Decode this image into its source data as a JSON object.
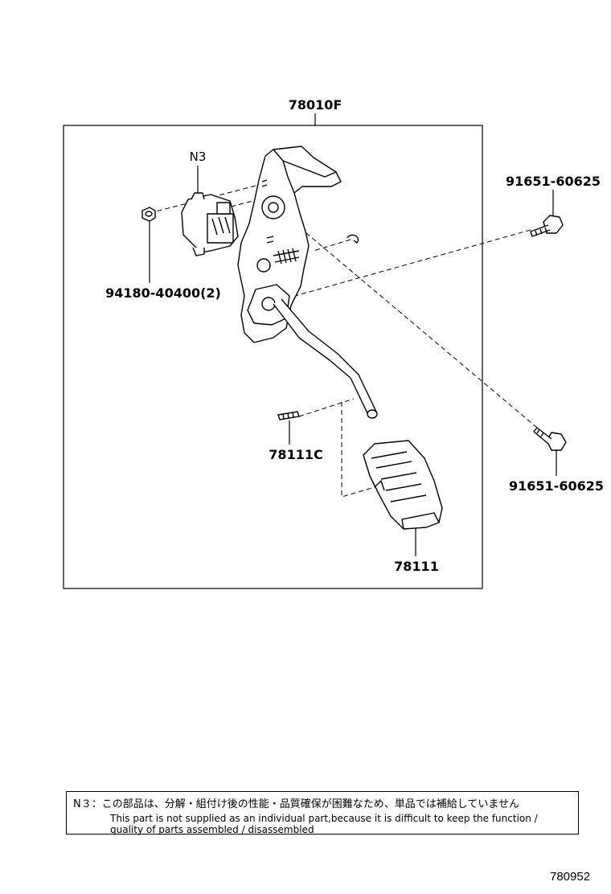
{
  "labels": {
    "assembly": "78010F",
    "sensor_ref": "N3",
    "bolt_upper": "91651-60625",
    "bolt_lower": "91651-60625",
    "nut": "94180-40400(2)",
    "pin": "78111C",
    "pad": "78111"
  },
  "note": {
    "line1": "N３：この部品は、分解・組付け後の性能・品質確保が困難なため、単品では補給していません",
    "line2": "This part is not supplied as an individual part,because it is difficult to keep the function /",
    "line3": "quality of parts assembled / disassembled"
  },
  "drawing_number": "780952"
}
